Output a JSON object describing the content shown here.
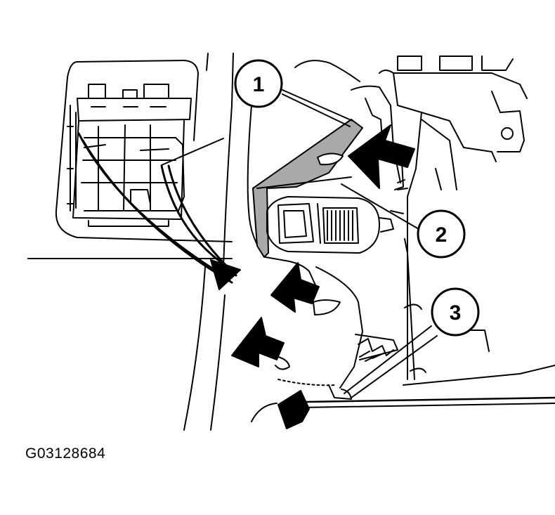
{
  "figure": {
    "id": "G03128684"
  },
  "callouts": [
    {
      "label": "1"
    },
    {
      "label": "2"
    },
    {
      "label": "3"
    }
  ],
  "colors": {
    "line": "#000000",
    "background": "#ffffff",
    "highlight": "#a9a9a9"
  }
}
